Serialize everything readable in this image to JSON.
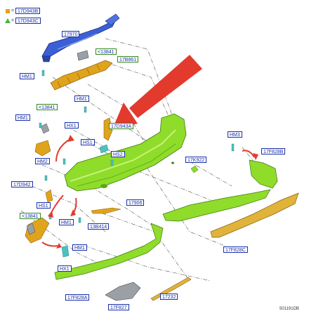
{
  "legend": {
    "square": {
      "code": "17D943B",
      "color": "#e3a21a"
    },
    "triangle": {
      "code": "17D943C",
      "color": "#45b53a"
    },
    "eq": "="
  },
  "labels": {
    "l_17970": "17970",
    "l_13841_a": "<13841",
    "l_17b861": "17B861",
    "l_hm1_a": "HM1",
    "l_13841_b": "<13841",
    "l_hm1_b": "HM1",
    "l_hx1_a": "HX1",
    "l_hm1_c": "HM1",
    "l_17d943a": "17D943A",
    "l_hs1_a": "HS1",
    "l_hs2": "HS2",
    "l_hm2": "HM2",
    "l_hm3": "HM3",
    "l_17f828b": "17F828B",
    "l_17k922": "17K922",
    "l_17d942": "17D942",
    "l_17906": "17906",
    "l_hs1_b": "HS1",
    "l_13841_c": "<13841",
    "l_hm1_d": "HM1",
    "l_13b414": "13B414",
    "l_hm1_e": "HM1",
    "l_hx1_b": "HX1",
    "l_17f828c": "17F828C",
    "l_17f828a": "17F828A",
    "l_17f827": "17F827",
    "l_17232": "17232"
  },
  "ref_code": "501191DB",
  "colors": {
    "blue_part": "#3b5fd6",
    "green_part": "#8fdc2a",
    "gold_part": "#e0a31c",
    "arrow": "#e33a2e"
  }
}
